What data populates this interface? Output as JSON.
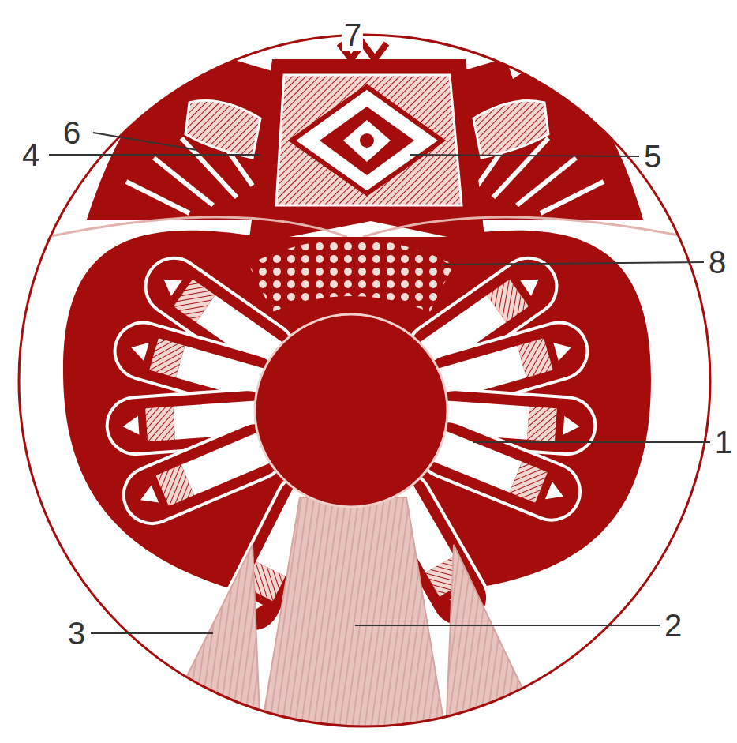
{
  "diagram": {
    "labels": [
      "7",
      "6",
      "4",
      "5",
      "8",
      "1",
      "2",
      "3"
    ]
  }
}
